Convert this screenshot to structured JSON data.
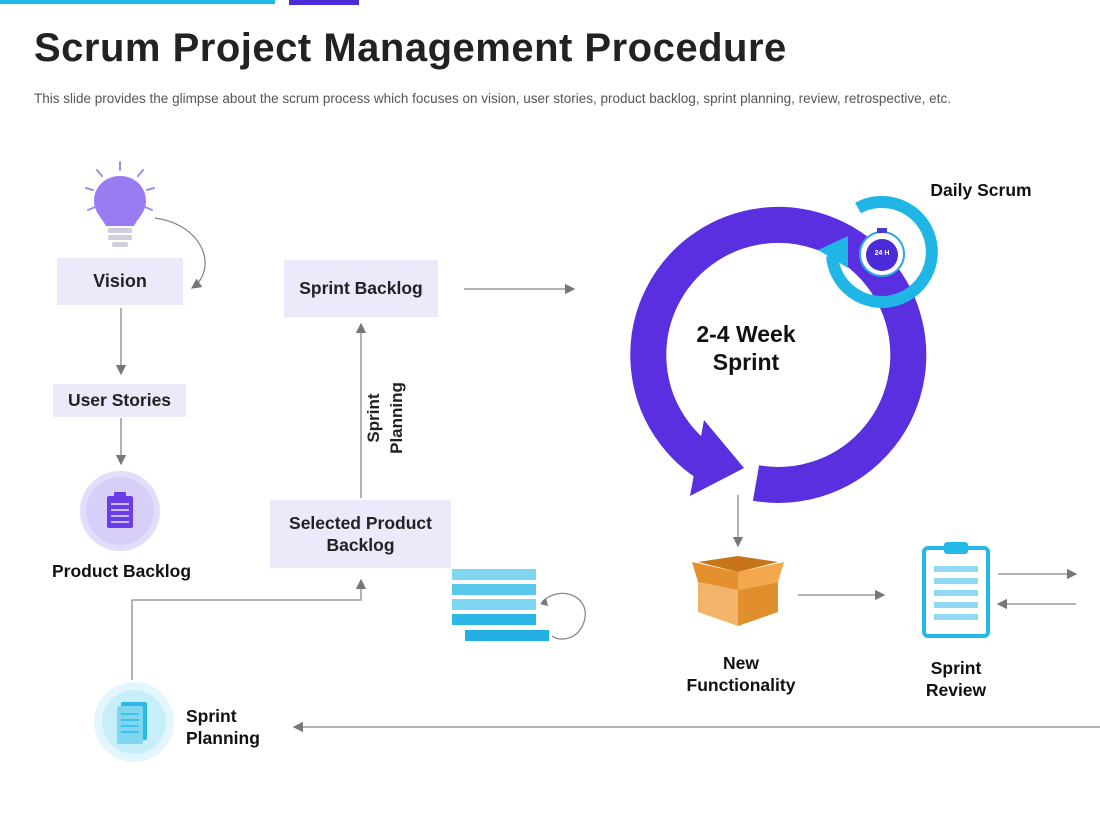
{
  "slide": {
    "title": "Scrum Project Management Procedure",
    "subtitle": "This slide provides  the glimpse about the scrum process which focuses on vision,  user stories, product backlog, sprint planning, review,  retrospective,  etc."
  },
  "nodes": {
    "vision": "Vision",
    "user_stories": "User Stories",
    "product_backlog": "Product Backlog",
    "sprint_backlog": "Sprint Backlog",
    "sprint_planning_vertical_line1": "Sprint",
    "sprint_planning_vertical_line2": "Planning",
    "selected_product_backlog_line1": "Selected Product",
    "selected_product_backlog_line2": "Backlog",
    "sprint_center_line1": "2-4 Week",
    "sprint_center_line2": "Sprint",
    "daily_scrum": "Daily Scrum",
    "timer_label": "24 H",
    "new_functionality_line1": "New",
    "new_functionality_line2": "Functionality",
    "sprint_review_line1": "Sprint",
    "sprint_review_line2": "Review",
    "sprint_planning_bottom_line1": "Sprint",
    "sprint_planning_bottom_line2": "Planning"
  },
  "icons": {
    "vision": "lightbulb-icon",
    "product_backlog": "clipboard-checklist-icon",
    "backlog_stack": "stacked-bars-icon",
    "daily_scrum": "stopwatch-icon",
    "new_functionality": "open-box-icon",
    "sprint_review": "clipboard-icon",
    "sprint_planning": "document-icon"
  },
  "colors": {
    "purple": "#5a2fe0",
    "lavender": "#ece9fb",
    "cyan": "#22b8e8",
    "orange": "#e8973a"
  }
}
